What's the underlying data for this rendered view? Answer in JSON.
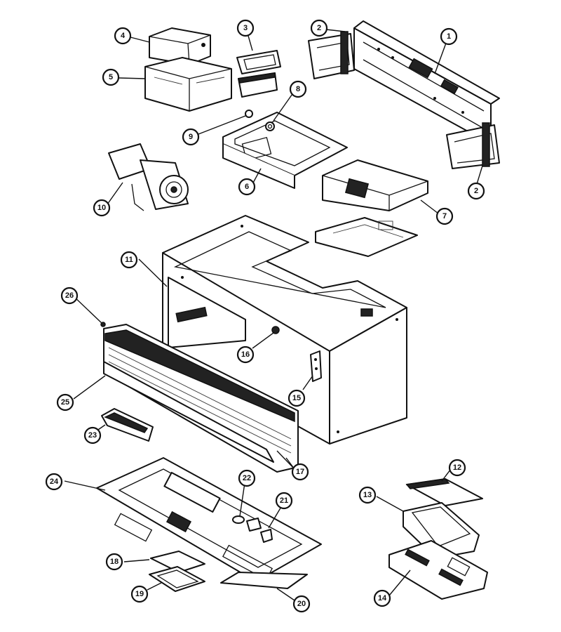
{
  "callouts": {
    "c1": "1",
    "c2a": "2",
    "c2b": "2",
    "c3": "3",
    "c4": "4",
    "c5": "5",
    "c6": "6",
    "c7": "7",
    "c8": "8",
    "c9": "9",
    "c10": "10",
    "c11": "11",
    "c12": "12",
    "c13": "13",
    "c14": "14",
    "c15": "15",
    "c16": "16",
    "c17": "17",
    "c18": "18",
    "c19": "19",
    "c20": "20",
    "c21": "21",
    "c22": "22",
    "c23": "23",
    "c24": "24",
    "c25": "25",
    "c26": "26"
  }
}
